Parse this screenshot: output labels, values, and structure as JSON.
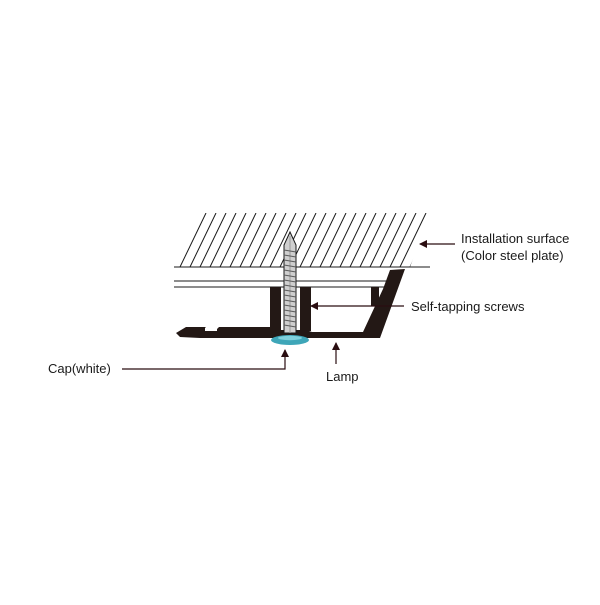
{
  "labels": {
    "installation_surface": "Installation surface",
    "installation_surface_sub": "(Color steel plate)",
    "self_tapping_screws": "Self-tapping screws",
    "cap": "Cap(white)",
    "lamp": "Lamp"
  },
  "colors": {
    "line": "#1a1a1a",
    "profile": "#231815",
    "screw_fill": "#cfcfcf",
    "cap": "#3ea6b8",
    "arrow_dark": "#2a0d10"
  }
}
